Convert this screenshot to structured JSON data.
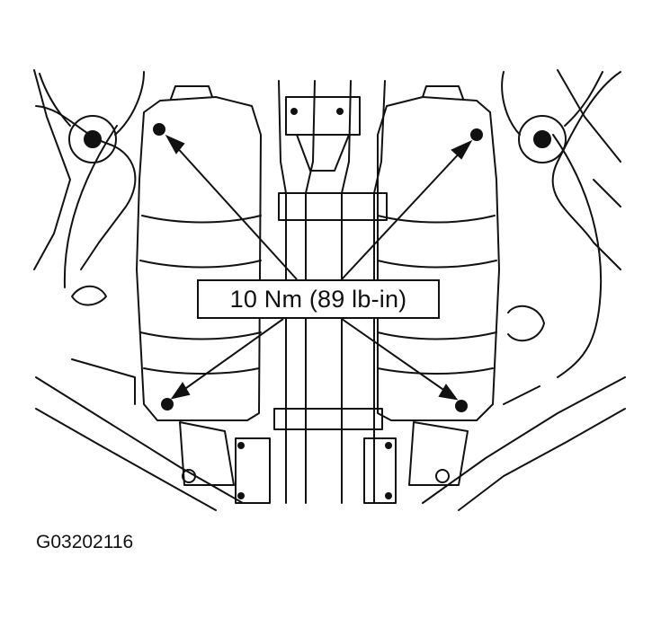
{
  "callout": {
    "torque_text": "10 Nm (89 lb-in)"
  },
  "figure": {
    "id": "G03202116"
  },
  "colors": {
    "ink": "#111111",
    "paper": "#ffffff"
  },
  "fasteners": [
    {
      "name": "bolt-upper-left"
    },
    {
      "name": "bolt-upper-right"
    },
    {
      "name": "bolt-lower-left"
    },
    {
      "name": "bolt-lower-right"
    }
  ]
}
